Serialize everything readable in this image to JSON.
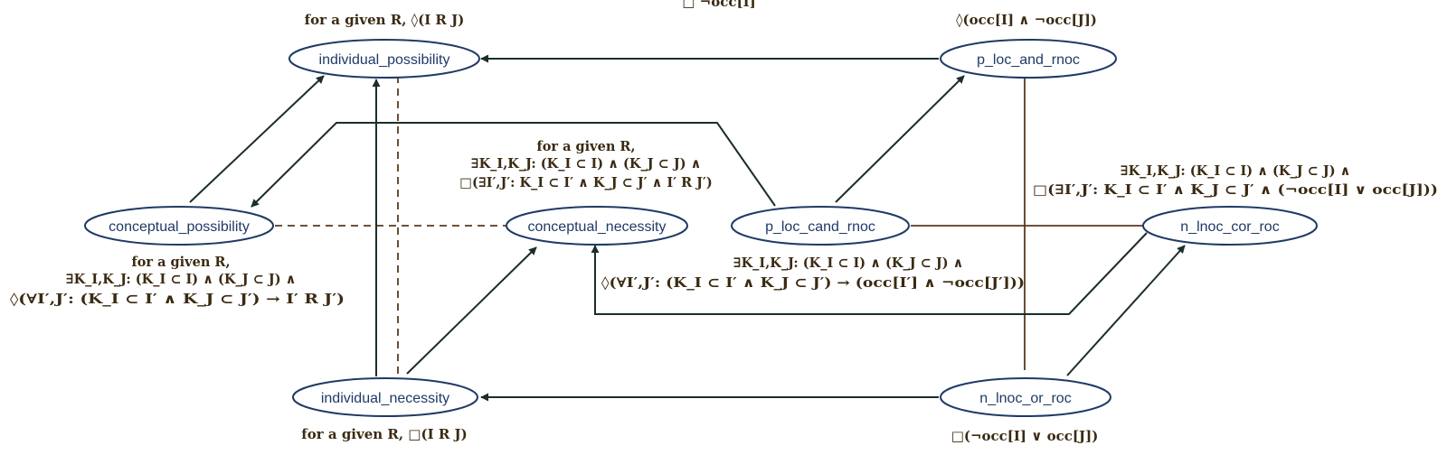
{
  "diagram": {
    "nodes": {
      "individual_possibility": "individual_possibility",
      "p_loc_and_rnoc": "p_loc_and_rnoc",
      "conceptual_possibility": "conceptual_possibility",
      "conceptual_necessity": "conceptual_necessity",
      "p_loc_cand_rnoc": "p_loc_cand_rnoc",
      "n_lnoc_cor_roc": "n_lnoc_cor_roc",
      "individual_necessity": "individual_necessity",
      "n_lnoc_or_roc": "n_lnoc_or_roc"
    },
    "annotations": {
      "top_clipped": "□ ¬occ[I]",
      "ind_poss": "for a given R, ◊(I R J)",
      "p_loc_and_rnoc": "◊(occ[I] ∧ ¬occ[J])",
      "conc_nec": [
        "for a given R,",
        "∃K_I,K_J: (K_I ⊂ I) ∧ (K_J ⊂ J) ∧",
        "□(∃I′,J′: K_I ⊂ I′ ∧ K_J ⊂ J′ ∧ I′ R J′)"
      ],
      "n_lnoc_cor_roc": [
        "∃K_I,K_J: (K_I ⊂ I) ∧ (K_J ⊂ J) ∧",
        "□(∃I′,J′: K_I ⊂ I′ ∧ K_J ⊂ J′ ∧ (¬occ[I] ∨ occ[J]))"
      ],
      "conc_poss": [
        "for a given R,",
        "∃K_I,K_J: (K_I ⊂ I) ∧ (K_J ⊂ J) ∧",
        "◊(∀I′,J′: (K_I ⊂ I′ ∧ K_J ⊂ J′) → I′ R J′)"
      ],
      "p_loc_cand_rnoc": [
        "∃K_I,K_J: (K_I ⊂ I) ∧ (K_J ⊂ J) ∧",
        "◊(∀I′,J′: (K_I ⊂ I′ ∧ K_J ⊂ J′) → (occ[I′] ∧ ¬occ[J′]))"
      ],
      "ind_nec": "for a given R, □(I R J)",
      "n_lnoc_or_roc": "□(¬occ[I] ∨ occ[J])"
    }
  }
}
